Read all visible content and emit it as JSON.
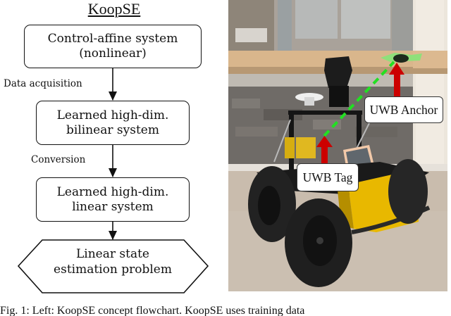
{
  "flowchart": {
    "title": "KoopSE",
    "nodes": [
      {
        "id": "n1",
        "shape": "rounded-rect",
        "lines": [
          "Control-affine system",
          "(nonlinear)"
        ]
      },
      {
        "id": "n2",
        "shape": "rounded-rect",
        "lines": [
          "Learned high-dim.",
          "bilinear system"
        ]
      },
      {
        "id": "n3",
        "shape": "rounded-rect",
        "lines": [
          "Learned high-dim.",
          "linear system"
        ]
      },
      {
        "id": "n4",
        "shape": "hexagon",
        "lines": [
          "Linear state",
          "estimation problem"
        ]
      }
    ],
    "edges": [
      {
        "from": "n1",
        "to": "n2",
        "label": "Data acquisition"
      },
      {
        "from": "n2",
        "to": "n3",
        "label": "Conversion"
      },
      {
        "from": "n3",
        "to": "n4",
        "label": ""
      }
    ]
  },
  "photo": {
    "labels": {
      "anchor": "UWB Anchor",
      "tag": "UWB Tag"
    },
    "colors": {
      "arrow": "#cc0000",
      "line_of_sight": "#22e022",
      "robot_body": "#e8b800",
      "anchor_tape": "#8fe07a"
    }
  },
  "caption": {
    "text": "Fig. 1: Left: KoopSE concept flowchart. KoopSE uses training data"
  }
}
